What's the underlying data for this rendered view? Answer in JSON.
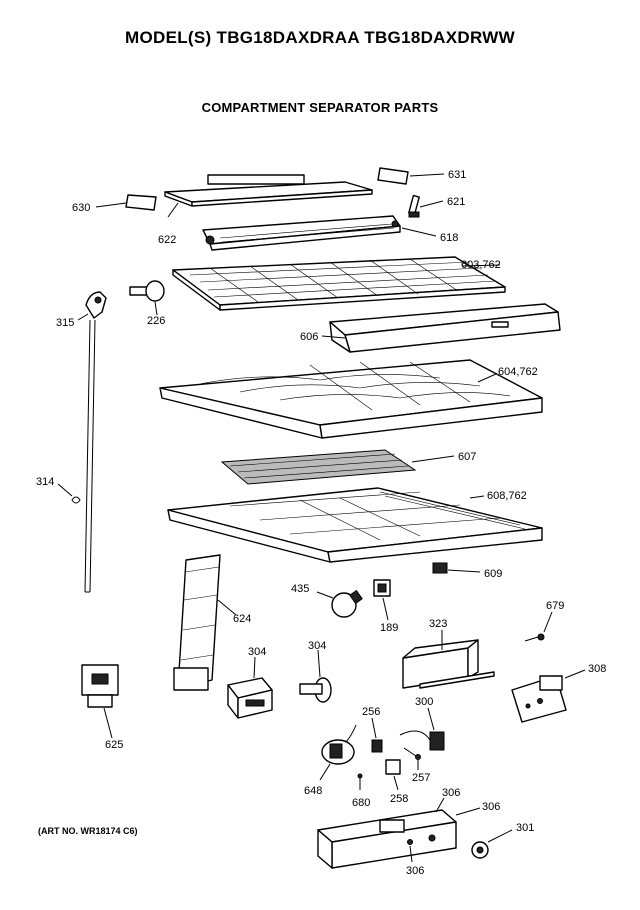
{
  "header": {
    "model_title": "MODEL(S) TBG18DAXDRAA  TBG18DAXDRWW",
    "section_title": "COMPARTMENT SEPARATOR PARTS"
  },
  "art_number": "(ART NO. WR18174 C6)",
  "part_labels": {
    "p631": "631",
    "p630": "630",
    "p621": "621",
    "p622": "622",
    "p618": "618",
    "p603": "603,762",
    "p315": "315",
    "p226": "226",
    "p606": "606",
    "p604": "604,762",
    "p314": "314",
    "p607": "607",
    "p608": "608,762",
    "p609": "609",
    "p435": "435",
    "p189": "189",
    "p624": "624",
    "p679": "679",
    "p323": "323",
    "p304a": "304",
    "p304b": "304",
    "p308": "308",
    "p300": "300",
    "p256": "256",
    "p625": "625",
    "p257": "257",
    "p648": "648",
    "p680": "680",
    "p258": "258",
    "p306a": "306",
    "p306b": "306",
    "p301": "301",
    "p306c": "306"
  }
}
